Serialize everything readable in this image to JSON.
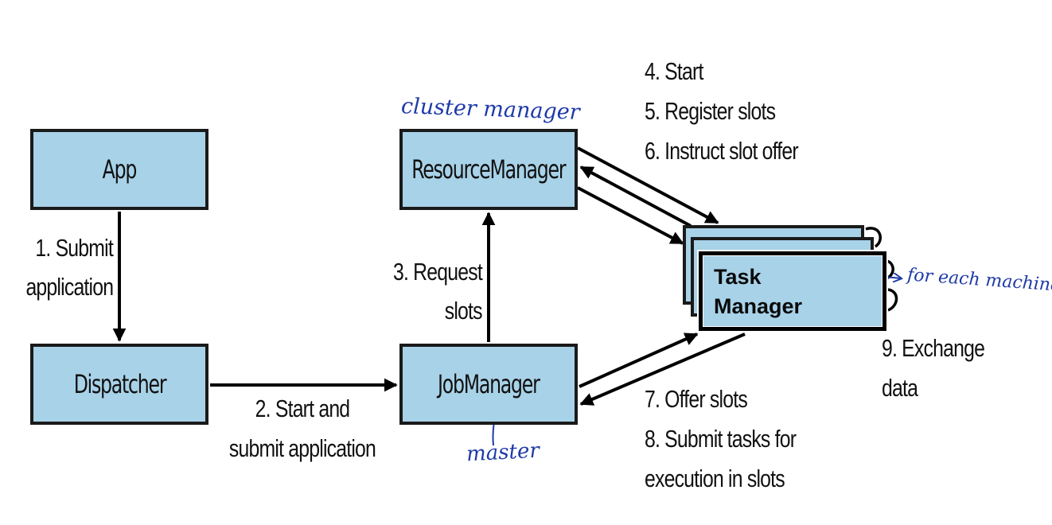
{
  "nodes": {
    "app": "App",
    "dispatcher": "Dispatcher",
    "resource_manager": "ResourceManager",
    "job_manager": "JobManager",
    "task_manager_line1": "Task",
    "task_manager_line2": "Manager"
  },
  "edges": {
    "submit_line1": "1. Submit",
    "submit_line2": "application",
    "start_submit_line1": "2. Start and",
    "start_submit_line2": "submit application",
    "request_line1": "3. Request",
    "request_line2": "slots",
    "rm_tm_line1": "4. Start",
    "rm_tm_line2": "5. Register slots",
    "rm_tm_line3": "6. Instruct slot offer",
    "jm_tm_line1": "7. Offer slots",
    "jm_tm_line2": "8. Submit tasks for",
    "jm_tm_line3": "execution in slots",
    "exchange_line1": "9. Exchange",
    "exchange_line2": "data"
  },
  "annotations": {
    "cluster_manager": "cluster manager",
    "master": "master",
    "for_each_machine": "for each machine"
  },
  "colors": {
    "box_fill": "#a8d2e8",
    "box_border": "#1a1a1a",
    "annotation_ink": "#1e3aa8"
  }
}
